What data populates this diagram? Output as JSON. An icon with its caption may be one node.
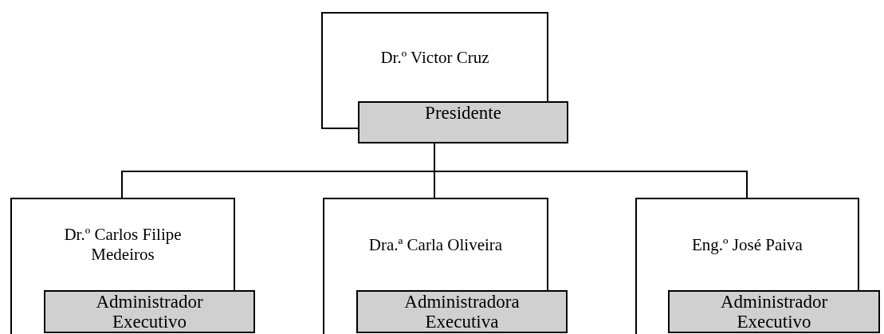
{
  "diagram": {
    "nodes": [
      {
        "text": [
          "Dr.º Victor Cruz"
        ]
      },
      {
        "text": [
          "Presidente"
        ]
      },
      {
        "text": [
          "Dr.º Carlos Filipe Medeiros"
        ]
      },
      {
        "text": [
          "Administrador Executivo"
        ]
      },
      {
        "text": [
          "Dra.ª Carla Oliveira"
        ]
      },
      {
        "text": [
          "Administradora Executiva"
        ]
      },
      {
        "text": [
          "Eng.º José Paiva"
        ]
      },
      {
        "text": [
          "Administrador Executivo"
        ]
      }
    ],
    "edges": [
      {
        "from": 1,
        "to": 2,
        "arrow": "none"
      },
      {
        "from": 1,
        "to": 4,
        "arrow": "none"
      },
      {
        "from": 1,
        "to": 6,
        "arrow": "none"
      }
    ]
  }
}
